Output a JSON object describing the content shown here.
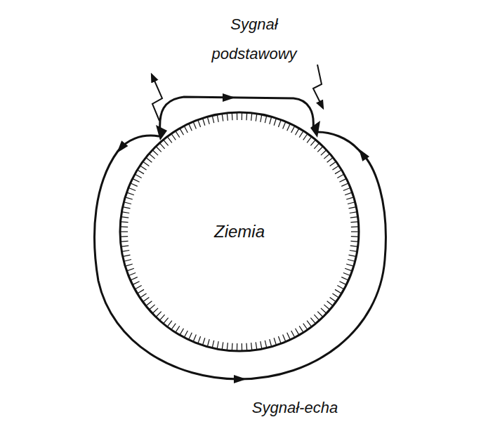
{
  "diagram": {
    "nodes": [
      {
        "text": [
          "Ziemia"
        ]
      }
    ],
    "labels": [
      "Sygnał podstawowy",
      "Sygnał-echa"
    ]
  }
}
